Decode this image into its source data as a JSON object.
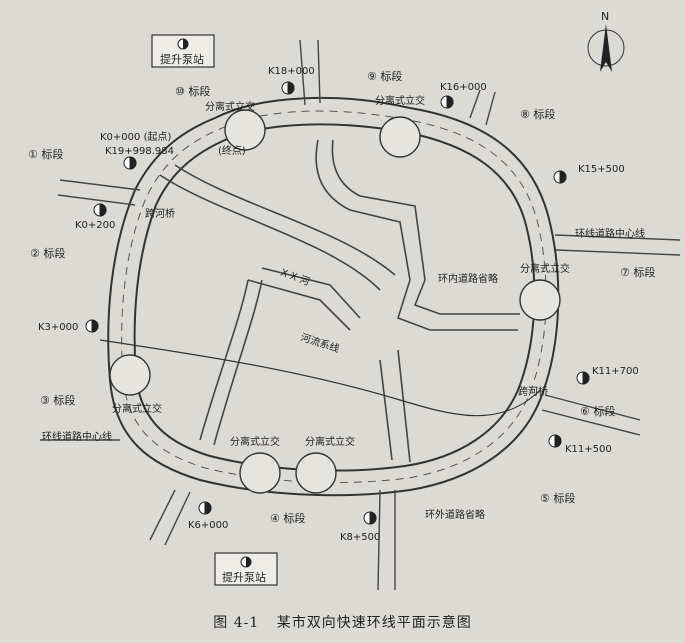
{
  "caption": {
    "figure_no": "图 4-1",
    "title": "某市双向快速环线平面示意图"
  },
  "north": "N",
  "pump_stations": [
    "提升泵站",
    "提升泵站"
  ],
  "sections": [
    "① 标段",
    "② 标段",
    "③ 标段",
    "④ 标段",
    "⑤ 标段",
    "⑥ 标段",
    "⑦ 标段",
    "⑧ 标段",
    "⑨ 标段",
    "⑩ 标段"
  ],
  "stakes": [
    "K18+000",
    "K16+000",
    "K0+000 (起点)",
    "K19+998.984",
    "(终点)",
    "K15+500",
    "K0+200",
    "K3+000",
    "K11+700",
    "K11+500",
    "K6+000",
    "K8+500"
  ],
  "interchanges": [
    "分离式立交",
    "分离式立交",
    "分离式立交",
    "分离式立交",
    "分离式立交",
    "分离式立交"
  ],
  "labels": {
    "bridge_nw": "跨河桥",
    "bridge_se": "跨河桥",
    "river": "X X 河",
    "river_line": "河流系线",
    "centerline_e": "环线道路中心线",
    "centerline_w": "环线道路中心线",
    "inner_road": "环内道路省略",
    "outer_road": "环外道路省略"
  }
}
